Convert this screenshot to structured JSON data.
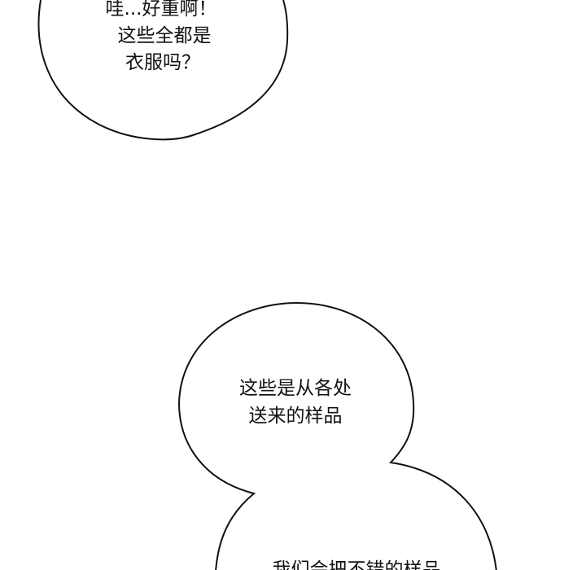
{
  "bubbles": [
    {
      "lines": [
        "哇...好重啊！",
        "这些全都是",
        "衣服吗？"
      ]
    },
    {
      "lines": [
        "这些是从各处",
        "送来的样品"
      ]
    },
    {
      "lines": [
        "我们会把不错的样品"
      ]
    }
  ],
  "colors": {
    "background": "#ffffff",
    "outline": "#111111",
    "text": "#111111"
  }
}
